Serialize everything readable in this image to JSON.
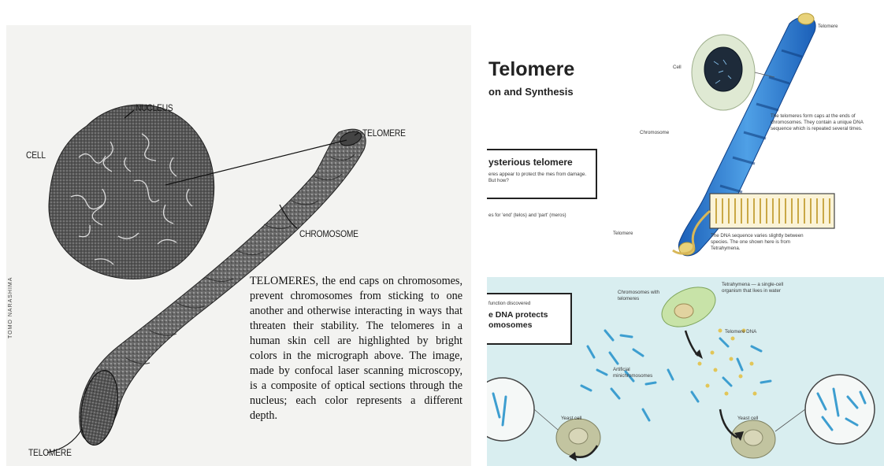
{
  "left_panel": {
    "labels": {
      "cell": "CELL",
      "nucleus": "NUCLEUS",
      "telomere_top": "TELOMERE",
      "chromosome": "CHROMOSOME",
      "telomere_bottom": "TELOMERE"
    },
    "caption": "TELOMERES, the end caps on chromosomes, prevent chromosomes from sticking to one another and otherwise interacting in ways that threaten their stability. The telomeres in a human skin cell are highlighted by bright colors in the micrograph above. The image, made by confocal laser scanning microscopy, is a composite of optical sections through the nucleus; each color represents a different depth.",
    "credit": "TOMO NARASHIMA"
  },
  "right_panel": {
    "title": "Telomere",
    "subtitle": "on and Synthesis",
    "labels": {
      "telomere_top": "Telomere",
      "cell": "Cell",
      "chromosome": "Chromosome",
      "telomere_bottom": "Telomere",
      "caps_text": "The telomeres form caps at the ends of chromosomes. They contain a unique DNA sequence which is repeated several times.",
      "dna_text": "The DNA sequence varies slightly between species. The one shown here is from Tetrahymena.",
      "mystery_heading": "ysterious telomere",
      "mystery_text": "eres appear to protect the mes from damage. But how?",
      "mystery_note": "es for 'end' (telos) and 'part' (meros)",
      "discovery_small": "function discovered",
      "discovery_heading": "e DNA protects omosomes",
      "chromosomes_with_telomeres": "Chromosomes with telomeres",
      "tetrahymena_note": "Tetrahymena — a single-cell organism that lives in water",
      "telomere_dna": "Telomere DNA",
      "artificial": "Artificial minichromosomes",
      "yeast_left": "Yeast cell",
      "yeast_right": "Yeast cell"
    }
  }
}
